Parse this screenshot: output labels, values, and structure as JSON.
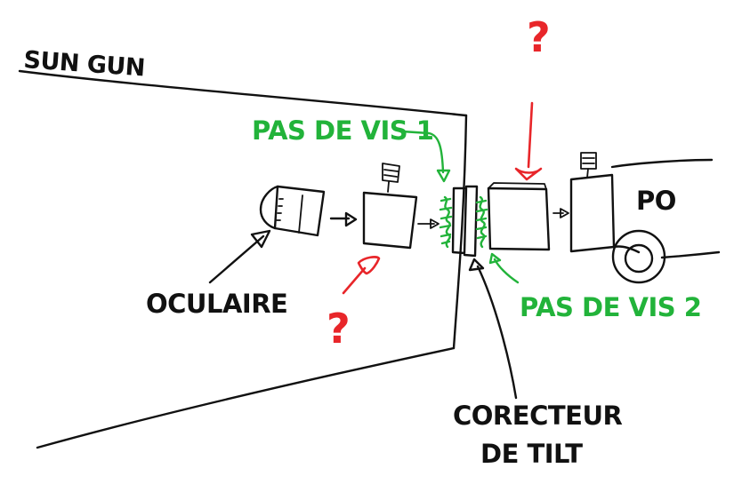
{
  "labels": {
    "sun_gun": "SUN GUN",
    "pas_de_vis_1": "PAS DE VIS 1",
    "pas_de_vis_2": "PAS DE VIS 2",
    "oculaire": "OCULAIRE",
    "corecteur_line1": "CORECTEUR",
    "corecteur_line2": "DE TILT",
    "po": "PO",
    "question_mark": "?"
  },
  "colors": {
    "ink": "#111111",
    "green": "#22b33a",
    "red": "#e8262a"
  }
}
